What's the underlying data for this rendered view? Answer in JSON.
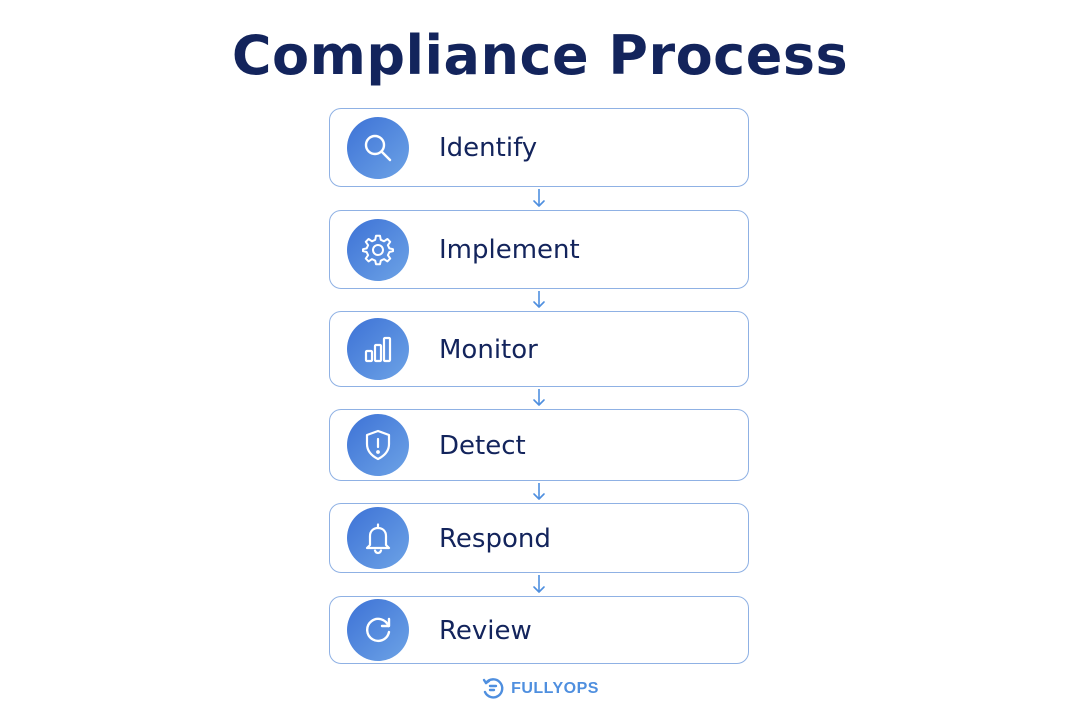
{
  "title": "Compliance Process",
  "steps": [
    {
      "label": "Identify",
      "icon": "search-icon"
    },
    {
      "label": "Implement",
      "icon": "gear-icon"
    },
    {
      "label": "Monitor",
      "icon": "bar-chart-icon"
    },
    {
      "label": "Detect",
      "icon": "shield-alert-icon"
    },
    {
      "label": "Respond",
      "icon": "bell-icon"
    },
    {
      "label": "Review",
      "icon": "refresh-icon"
    }
  ],
  "brand": {
    "name": "FULLYOPS",
    "icon": "brand-logo-icon"
  },
  "colors": {
    "title": "#13245c",
    "border": "#8fb1e4",
    "badge_start": "#3d72d6",
    "badge_end": "#6da3e6",
    "arrow": "#4f8fdf",
    "brand": "#4f8fdf"
  }
}
